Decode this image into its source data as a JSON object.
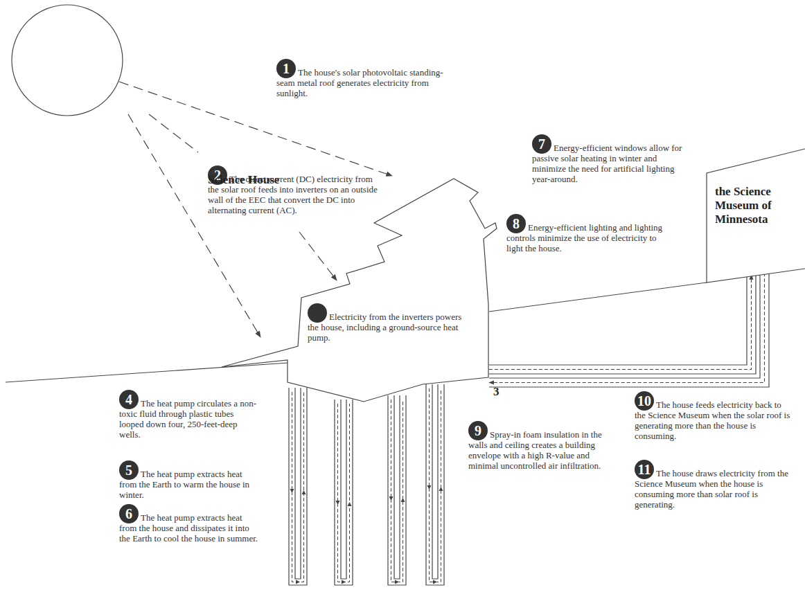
{
  "diagram": {
    "nodes": [
      {
        "text": [
          "1"
        ]
      },
      {
        "text": [
          "2"
        ]
      },
      {
        "text": [
          "Science House"
        ]
      },
      {
        "text": [
          "3"
        ],
        "in": 2
      },
      {
        "text": [
          "7"
        ]
      },
      {
        "text": [
          "8"
        ]
      },
      {
        "text": [
          "the Science Museum of Minnesota"
        ]
      },
      {
        "text": [
          "4"
        ]
      },
      {
        "text": [
          "5"
        ]
      },
      {
        "text": [
          "6"
        ]
      },
      {
        "text": [
          "9"
        ]
      },
      {
        "text": [
          "10"
        ]
      },
      {
        "text": [
          "11"
        ]
      }
    ],
    "edges": [
      {
        "from": 2,
        "to": 6,
        "arrow": "to"
      },
      {
        "from": 6,
        "to": 2,
        "arrow": "to"
      }
    ],
    "labels": [
      "The house's solar photovoltaic standing-seam metal roof generates electricity from sunlight.",
      "The direct current (DC) electricity from the solar roof feeds into inverters on an outside wall of the EEC that convert the DC into alternating current (AC).",
      "Electricity from the inverters powers the house, including a ground-source heat pump.",
      "The heat pump circulates a non-toxic fluid through plastic tubes looped down four, 250-feet-deep wells.",
      "The heat pump extracts heat from the Earth to warm the house in winter.",
      "The heat pump extracts heat from the house and dissipates it into the Earth to cool the house in summer.",
      "Energy-efficient windows allow for passive solar heating in winter and minimize the need for artificial lighting year-around.",
      "Energy-efficient lighting and lighting controls minimize the use of electricity to light the house.",
      "Spray-in foam insulation in the walls and ceiling creates a building envelope with a high R-value and minimal uncontrolled air infiltration.",
      "The house feeds electricity back to the Science Museum when the solar roof is generating more than the house is consuming.",
      "The house draws electricity from the Science Museum when the house is consuming more than solar roof is generating."
    ]
  }
}
